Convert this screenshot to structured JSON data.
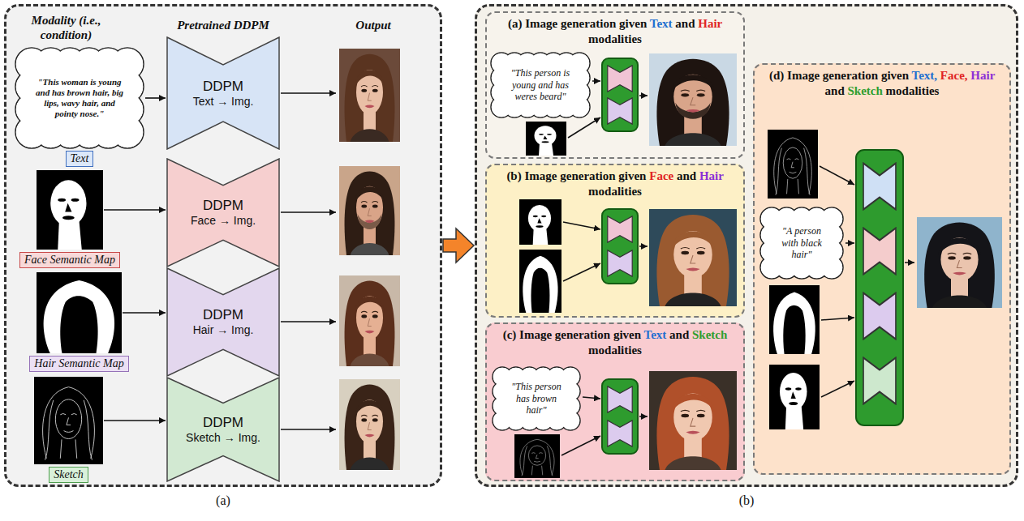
{
  "diagram": {
    "nodes": [
      {
        "text": [
          "Modality (i.e., condition)",
          "Pretrained DDPM",
          "Output",
          "(a)"
        ]
      },
      {
        "text": [
          "\"This woman is young and has brown hair, big lips, wavy hair, and pointy nose.\"",
          "Text"
        ],
        "in": 0
      },
      {
        "text": [
          "DDPM",
          "Text → Img."
        ],
        "in": 0
      },
      {
        "text": [
          "Face Semantic Map"
        ],
        "in": 0
      },
      {
        "text": [
          "DDPM",
          "Face → Img."
        ],
        "in": 0
      },
      {
        "text": [
          "Hair Semantic Map"
        ],
        "in": 0
      },
      {
        "text": [
          "DDPM",
          "Hair → Img."
        ],
        "in": 0
      },
      {
        "text": [
          "Sketch"
        ],
        "in": 0
      },
      {
        "text": [
          "DDPM",
          "Sketch → Img."
        ],
        "in": 0
      },
      {
        "text": [
          "(b)"
        ]
      },
      {
        "text": [
          "(a) Image generation given Text and Hair modalities"
        ],
        "in": 9
      },
      {
        "text": [
          "\"This person is young and has weres beard\""
        ],
        "in": 10
      },
      {
        "text": [
          "(b) Image generation given Face and Hair modalities"
        ],
        "in": 9
      },
      {
        "text": [
          "(c) Image generation given Text and Sketch modalities"
        ],
        "in": 9
      },
      {
        "text": [
          "\"This person has brown hair\""
        ],
        "in": 13
      },
      {
        "text": [
          "(d) Image generation given Text, Face, Hair and Sketch modalities"
        ],
        "in": 9
      },
      {
        "text": [
          "\"A person with black hair\""
        ],
        "in": 15
      }
    ],
    "edges": [
      {
        "from": 1,
        "to": 2,
        "arrow": "to"
      },
      {
        "from": 3,
        "to": 4,
        "arrow": "to"
      },
      {
        "from": 5,
        "to": 6,
        "arrow": "to"
      },
      {
        "from": 7,
        "to": 8,
        "arrow": "to"
      },
      {
        "from": 0,
        "to": 9,
        "arrow": "to"
      }
    ]
  }
}
